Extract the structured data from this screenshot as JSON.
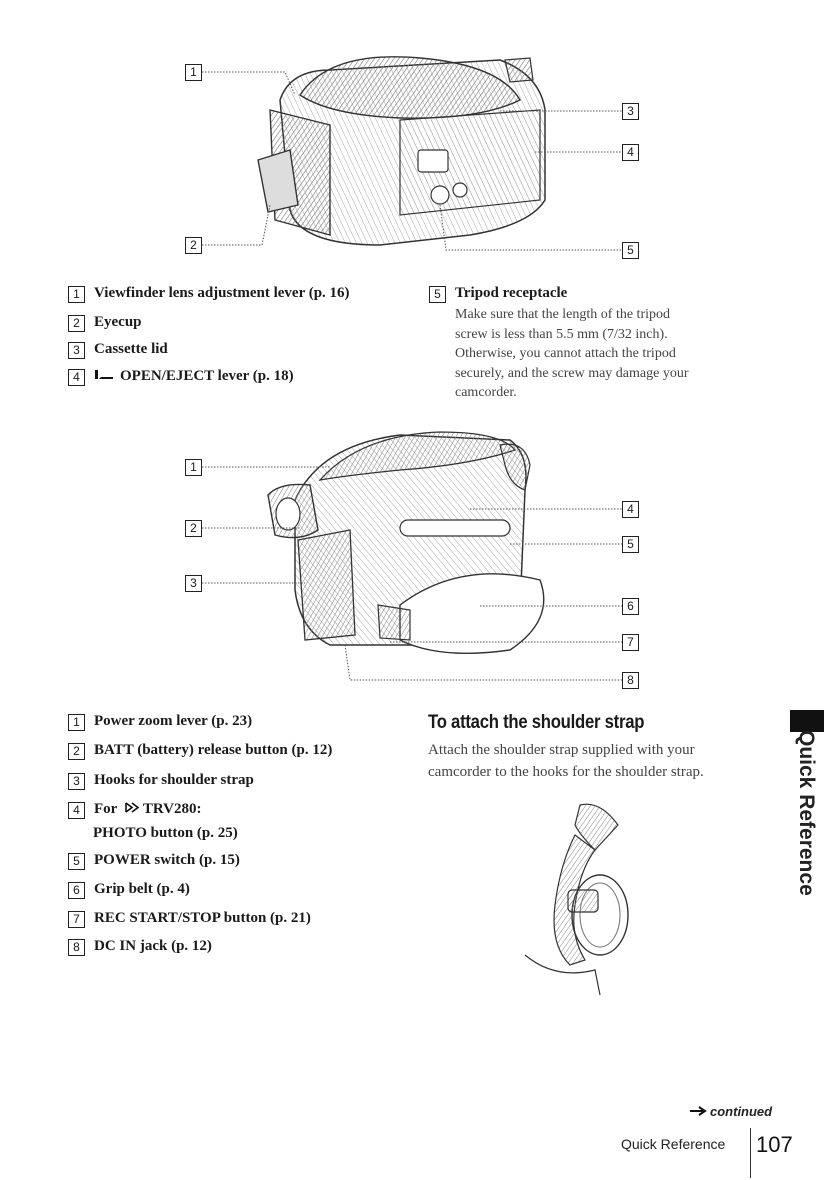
{
  "figure1": {
    "callouts": [
      "1",
      "2",
      "3",
      "4",
      "5"
    ]
  },
  "list1": [
    {
      "num": "1",
      "label": "Viewfinder lens adjustment lever (p. 16)"
    },
    {
      "num": "2",
      "label": "Eyecup"
    },
    {
      "num": "3",
      "label": "Cassette lid"
    },
    {
      "num": "4",
      "label": "OPEN/EJECT lever (p. 18)"
    }
  ],
  "tripod": {
    "num": "5",
    "label": "Tripod receptacle",
    "lines": [
      "Make sure that the length of the tripod",
      "screw is less than 5.5 mm (7/32 inch).",
      "Otherwise, you cannot attach the tripod",
      "securely, and the screw may damage your",
      "camcorder."
    ]
  },
  "figure2": {
    "callouts": [
      "1",
      "2",
      "3",
      "4",
      "5",
      "6",
      "7",
      "8"
    ]
  },
  "list2": [
    {
      "num": "1",
      "label": "Power zoom lever (p. 23)"
    },
    {
      "num": "2",
      "label": "BATT (battery) release button (p. 12)"
    },
    {
      "num": "3",
      "label": "Hooks for shoulder strap"
    },
    {
      "num": "4",
      "label": "For",
      "model": "TRV280:"
    },
    {
      "sub": "PHOTO button (p. 25)"
    },
    {
      "num": "5",
      "label": "POWER switch (p. 15)"
    },
    {
      "num": "6",
      "label": "Grip belt (p. 4)"
    },
    {
      "num": "7",
      "label": "REC START/STOP button (p. 21)"
    },
    {
      "num": "8",
      "label": "DC IN jack (p. 12)"
    }
  ],
  "strap": {
    "heading": "To attach the shoulder strap",
    "lines": [
      "Attach the shoulder strap supplied with your",
      "camcorder to the hooks for the shoulder strap."
    ]
  },
  "side_tab": "Quick Reference",
  "footer": {
    "continued": "continued",
    "section": "Quick Reference",
    "page": "107"
  }
}
